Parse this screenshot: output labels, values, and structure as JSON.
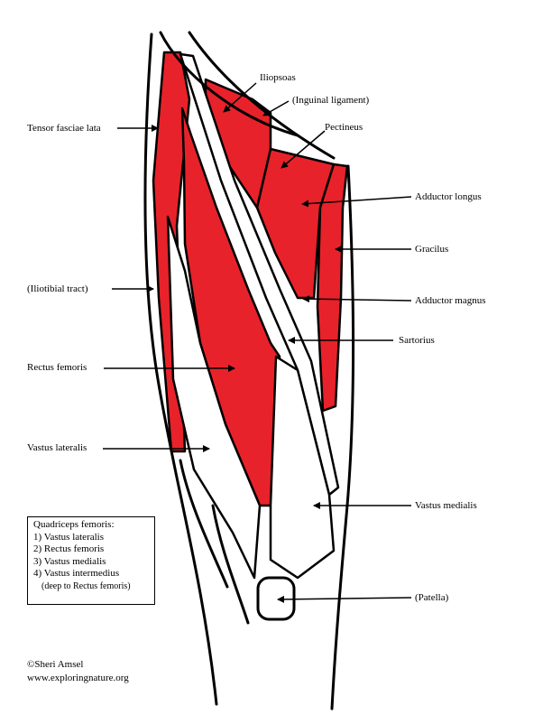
{
  "labels": {
    "iliopsoas": "Iliopsoas",
    "inguinal_ligament": "(Inguinal ligament)",
    "pectineus": "Pectineus",
    "tensor_fasciae_lata": "Tensor fasciae lata",
    "adductor_longus": "Adductor longus",
    "gracilus": "Gracilus",
    "iliotibial_tract": "(Iliotibial tract)",
    "adductor_magnus": "Adductor magnus",
    "sartorius": "Sartorius",
    "rectus_femoris": "Rectus femoris",
    "vastus_lateralis": "Vastus lateralis",
    "vastus_medialis": "Vastus medialis",
    "patella": "(Patella)"
  },
  "legend": {
    "title": "Quadriceps femoris:",
    "items": [
      "1) Vastus lateralis",
      "2) Rectus femoris",
      "3) Vastus medialis",
      "4) Vastus intermedius"
    ],
    "note": "(deep to Rectus femoris)"
  },
  "credit": {
    "author": "©Sheri Amsel",
    "website": "www.exploringnature.org"
  },
  "colors": {
    "muscle": "#e8222a",
    "outline": "#000000",
    "background": "#ffffff"
  }
}
